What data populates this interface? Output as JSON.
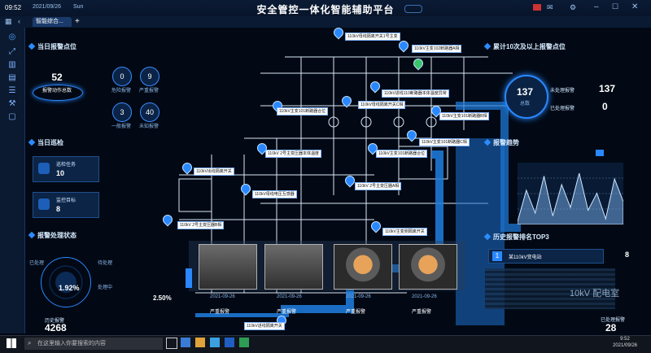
{
  "system": {
    "time": "09:52",
    "date": "2021/09/26",
    "day": "Sun",
    "browser_tab": "智能综合..."
  },
  "app": {
    "title": "安全管控一体化智能辅助平台"
  },
  "left": {
    "section1": "当日报警点位",
    "gauge": {
      "value": "52",
      "label": "报警动作总数"
    },
    "circles": [
      {
        "value": "0",
        "label": "危险报警"
      },
      {
        "value": "9",
        "label": "严重报警"
      },
      {
        "value": "3",
        "label": "一般报警"
      },
      {
        "value": "40",
        "label": "未知报警"
      }
    ],
    "section2": "当日巡检",
    "patrol": [
      {
        "label": "巡检任务",
        "value": "10"
      },
      {
        "label": "监控目标",
        "value": "8"
      }
    ],
    "section3": "报警处理状态",
    "radar": {
      "value": "1.92",
      "unit": "%"
    },
    "radar_labels": [
      "已处理",
      "待处理",
      "处理中"
    ],
    "total": {
      "label": "历史报警",
      "value": "4268"
    },
    "rate": {
      "value": "2.50",
      "unit": "%"
    }
  },
  "right": {
    "section1": "累计10次及以上报警点位",
    "total": {
      "value": "137",
      "label": "总数"
    },
    "stats": [
      {
        "label": "未处理报警",
        "value": "137"
      },
      {
        "label": "已处理报警",
        "value": "0"
      }
    ],
    "section2": "报警趋势",
    "section3": "历史报警排名TOP3",
    "top_item": "1",
    "top_label": "某110kV变电站",
    "page": "8",
    "bottom": {
      "label": "已处理报警",
      "value": "28"
    },
    "sign": "10kV 配电室",
    "chart": {
      "values": [
        5,
        60,
        20,
        85,
        15,
        70,
        30,
        90,
        25,
        55,
        10,
        80,
        40
      ]
    }
  },
  "callouts": [
    "110kV母线隔离开关1号主变",
    "110kV主变102断路器A相",
    "110kV进线110断路器本体温度异常",
    "110kV主变101断路器合位",
    "110kV母线隔离开关C相",
    "110kV主变101断路器B相",
    "110kV主变101断路器C相",
    "110kV 2号主变压器本体温度",
    "110kV主变101断路器合位",
    "110kV出线隔离开关",
    "110kV母线电压互感器",
    "110kV 2号主变压器A相",
    "110kV 2号主变压器B相",
    "110kV主变侧隔离开关",
    "110kV进线隔离开关"
  ],
  "photos": [
    {
      "date": "2021-09-26",
      "tag": "严重报警"
    },
    {
      "date": "2021-09-26",
      "tag": "严重报警"
    },
    {
      "date": "2021-09-26",
      "tag": "严重报警"
    },
    {
      "date": "2021-09-26",
      "tag": "严重报警"
    }
  ],
  "taskbar": {
    "search": "在这里输入你要搜索的内容",
    "clock_time": "9:52",
    "clock_date": "2021/09/26"
  },
  "colors": {
    "accent": "#2a88ff",
    "bg": "#020713"
  }
}
